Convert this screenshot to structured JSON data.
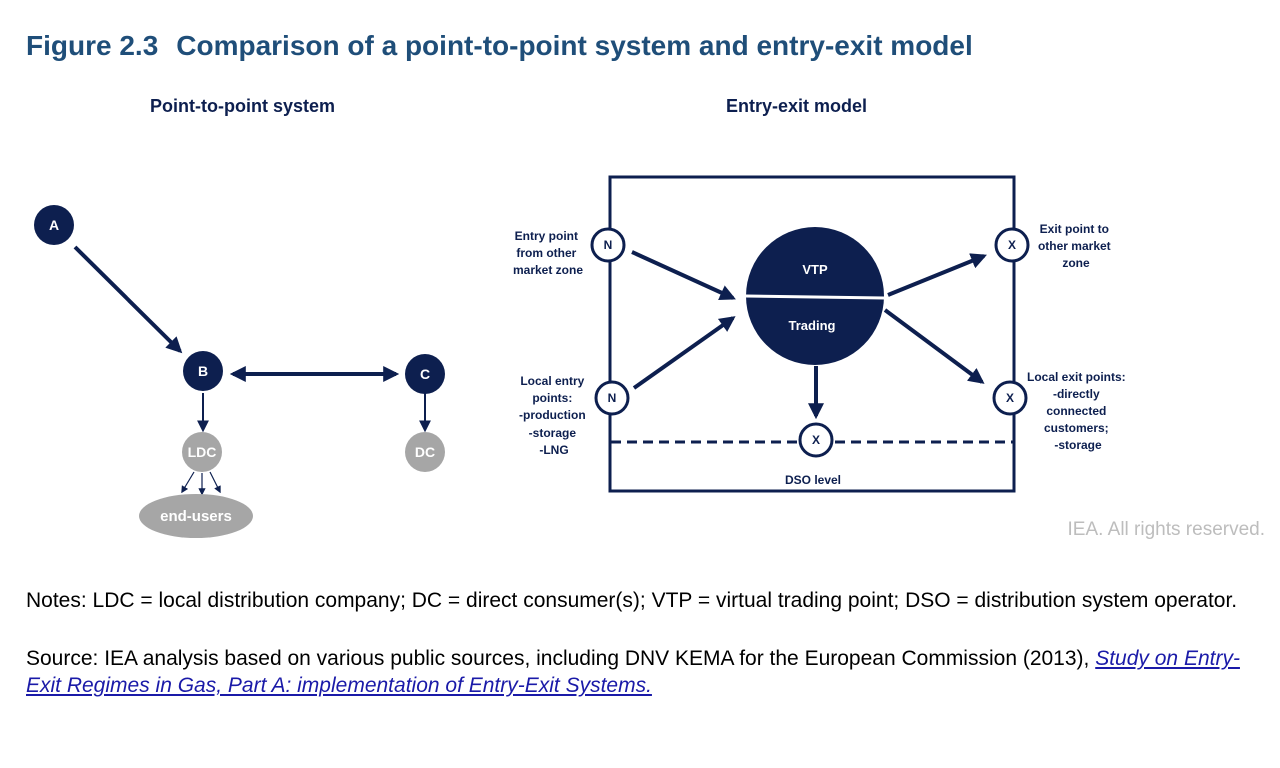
{
  "figure": {
    "number": "Figure 2.3",
    "title": "Comparison of a point-to-point system and entry-exit model"
  },
  "left_panel": {
    "title": "Point-to-point system",
    "nodes": {
      "a": "A",
      "b": "B",
      "c": "C",
      "ldc": "LDC",
      "dc": "DC",
      "end_users": "end-users"
    }
  },
  "right_panel": {
    "title": "Entry-exit model",
    "vtp": {
      "top": "VTP",
      "bottom": "Trading"
    },
    "entry_other": {
      "symbol": "N",
      "label": [
        "Entry point",
        "from other",
        "market zone"
      ]
    },
    "entry_local": {
      "symbol": "N",
      "label": [
        "Local entry",
        "points:",
        "-production",
        "-storage",
        "-LNG"
      ]
    },
    "exit_other": {
      "symbol": "X",
      "label": [
        "Exit point to",
        "other market",
        "zone"
      ]
    },
    "exit_local": {
      "symbol": "X",
      "label": [
        "Local exit points:",
        "-directly",
        "connected",
        "customers;",
        "-storage"
      ]
    },
    "dso": {
      "symbol": "X",
      "label": "DSO level"
    }
  },
  "colors": {
    "navy": "#0d1f4f",
    "title_blue": "#1f4e79",
    "grey_node": "#a6a6a6",
    "link": "#1a1aa8",
    "copyright": "#bdbdbd"
  },
  "copyright": "IEA. All rights reserved.",
  "notes": "Notes: LDC = local distribution company; DC = direct consumer(s); VTP = virtual trading point; DSO = distribution system operator.",
  "source": {
    "prefix": "Source: IEA analysis based on various public sources, including DNV KEMA for the European Commission (2013), ",
    "link_text": "Study on Entry-Exit Regimes in Gas, Part A: implementation of Entry-Exit Systems."
  }
}
